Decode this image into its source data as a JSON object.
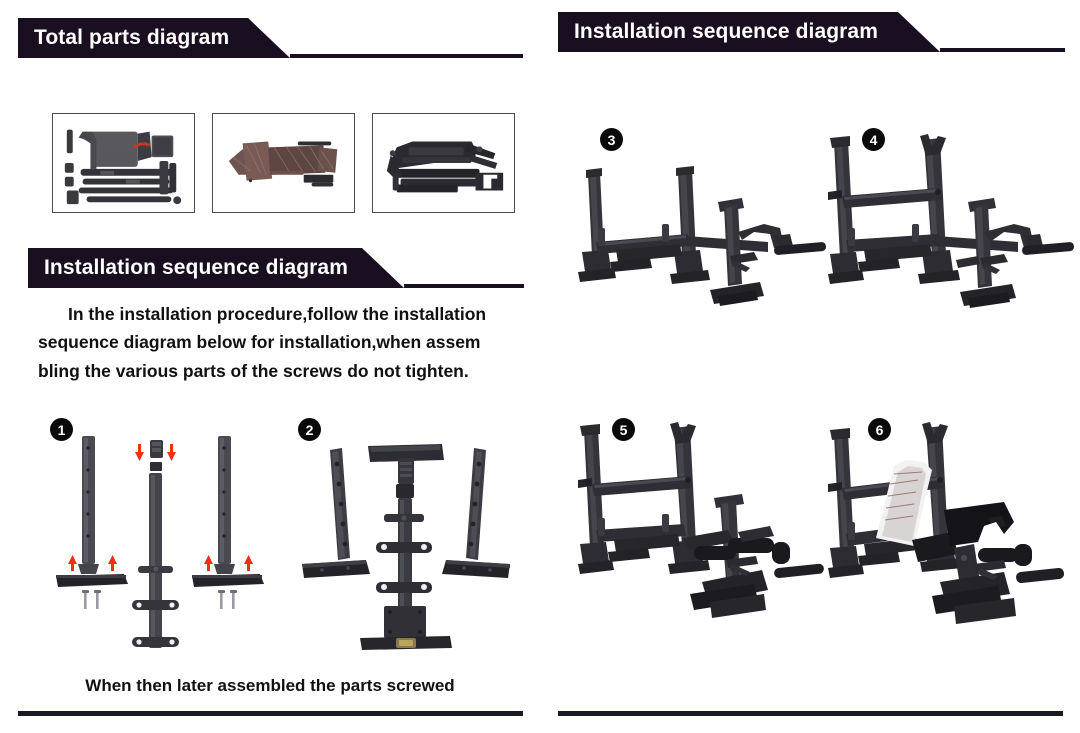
{
  "document": {
    "type": "assembly-instruction-manual",
    "page_background": "#ffffff",
    "accent_dark": "#1a0f20",
    "accent_arrow": "#f03018",
    "text_color": "#111111"
  },
  "left_column": {
    "heading_parts": {
      "label": "Total parts diagram",
      "icon": "banner-angled"
    },
    "heading_sequence": {
      "label": "Installation sequence diagram",
      "icon": "banner-angled"
    },
    "parts_photos": [
      {
        "name": "photo-parts-frame-tubes",
        "caption": ""
      },
      {
        "name": "photo-parts-wrapped-pads",
        "caption": ""
      },
      {
        "name": "photo-parts-folded-frame",
        "caption": ""
      }
    ],
    "instruction_paragraph": "In the installation procedure,follow the installation sequence diagram below for installation,when assem bling the various parts of the screws do not tighten.",
    "bottom_caption": "When then later assembled the parts screwed",
    "steps": [
      {
        "number": "1",
        "name": "step-uprights-and-feet"
      },
      {
        "number": "2",
        "name": "step-assembled-uprights"
      }
    ]
  },
  "right_column": {
    "heading_sequence": {
      "label": "Installation sequence diagram",
      "icon": "banner-angled"
    },
    "steps": [
      {
        "number": "3",
        "name": "step-base-frame-and-leg-developer"
      },
      {
        "number": "4",
        "name": "step-tall-uprights-and-crossbar"
      },
      {
        "number": "5",
        "name": "step-leg-developer-pads"
      },
      {
        "number": "6",
        "name": "step-complete-bench-with-backpad"
      }
    ]
  }
}
